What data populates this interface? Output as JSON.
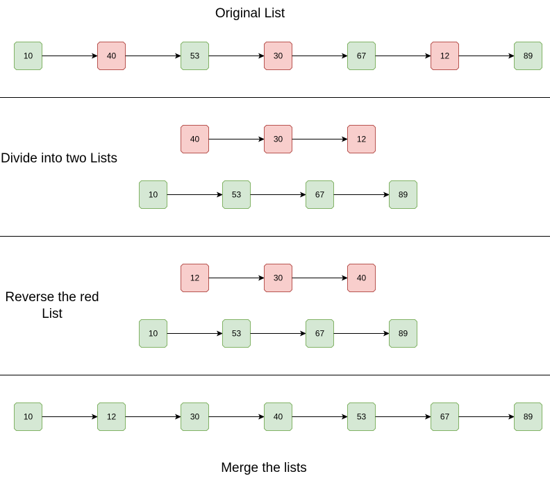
{
  "colors": {
    "green_fill": "#d5e8d4",
    "green_stroke": "#82b366",
    "red_fill": "#f8cecc",
    "red_stroke": "#b85450",
    "arrow": "#000000",
    "divider": "#000000"
  },
  "sections": {
    "original": {
      "title": "Original List",
      "list": [
        {
          "value": "10",
          "color": "green"
        },
        {
          "value": "40",
          "color": "red"
        },
        {
          "value": "53",
          "color": "green"
        },
        {
          "value": "30",
          "color": "red"
        },
        {
          "value": "67",
          "color": "green"
        },
        {
          "value": "12",
          "color": "red"
        },
        {
          "value": "89",
          "color": "green"
        }
      ]
    },
    "divide": {
      "title": "Divide into two Lists",
      "red_list": [
        {
          "value": "40",
          "color": "red"
        },
        {
          "value": "30",
          "color": "red"
        },
        {
          "value": "12",
          "color": "red"
        }
      ],
      "green_list": [
        {
          "value": "10",
          "color": "green"
        },
        {
          "value": "53",
          "color": "green"
        },
        {
          "value": "67",
          "color": "green"
        },
        {
          "value": "89",
          "color": "green"
        }
      ]
    },
    "reverse": {
      "title": "Reverse the red List",
      "red_list": [
        {
          "value": "12",
          "color": "red"
        },
        {
          "value": "30",
          "color": "red"
        },
        {
          "value": "40",
          "color": "red"
        }
      ],
      "green_list": [
        {
          "value": "10",
          "color": "green"
        },
        {
          "value": "53",
          "color": "green"
        },
        {
          "value": "67",
          "color": "green"
        },
        {
          "value": "89",
          "color": "green"
        }
      ]
    },
    "merge": {
      "title": "Merge the lists",
      "list": [
        {
          "value": "10",
          "color": "green"
        },
        {
          "value": "12",
          "color": "green"
        },
        {
          "value": "30",
          "color": "green"
        },
        {
          "value": "40",
          "color": "green"
        },
        {
          "value": "53",
          "color": "green"
        },
        {
          "value": "67",
          "color": "green"
        },
        {
          "value": "89",
          "color": "green"
        }
      ]
    }
  }
}
